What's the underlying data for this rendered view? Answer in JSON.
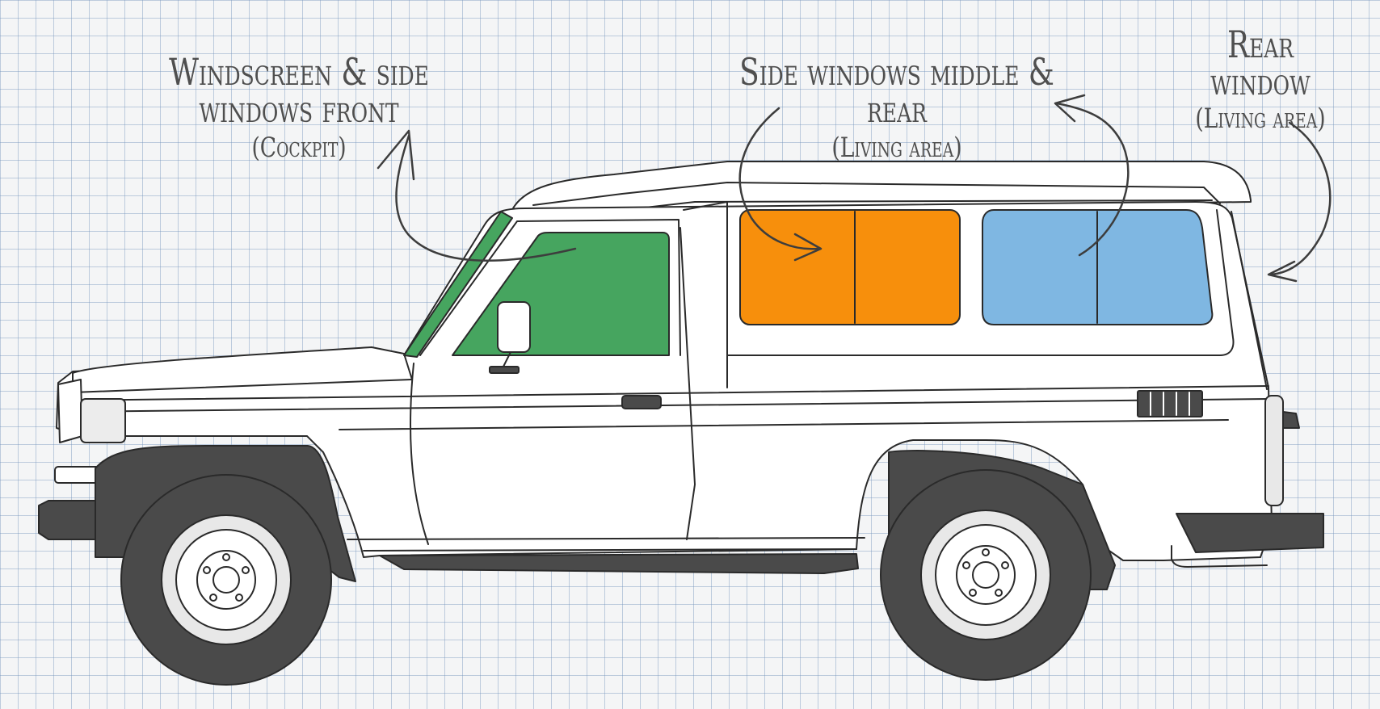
{
  "labels": {
    "front": {
      "title": "Windscreen & side windows front",
      "subtitle": "(Cockpit)"
    },
    "middle": {
      "title": "Side windows middle & rear",
      "subtitle": "(Living area)"
    },
    "rear": {
      "title": "Rear window",
      "subtitle": "(Living area)"
    }
  },
  "colors": {
    "front_windows": "#46a55f",
    "middle_windows": "#f78f0c",
    "rear_windows": "#7fb7e2",
    "tyre": "#4a4a4a",
    "outline": "#2a2a2a",
    "body": "#ffffff"
  },
  "icons": [
    "curved-arrow-front",
    "curved-arrow-middle",
    "curved-arrow-rear"
  ]
}
